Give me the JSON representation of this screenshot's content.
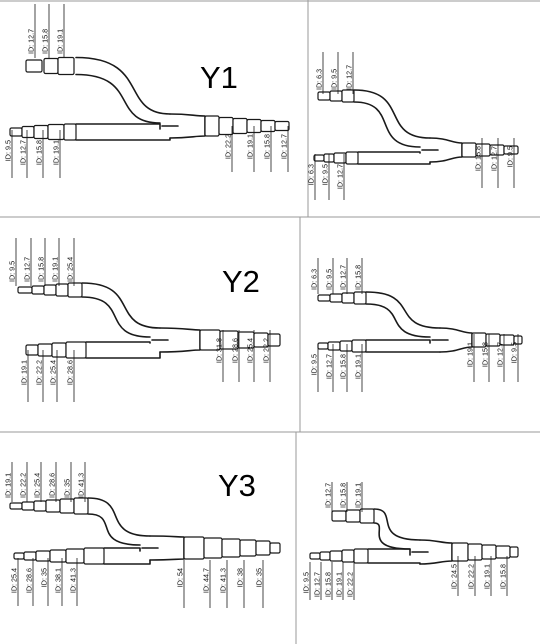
{
  "colors": {
    "background": "#ffffff",
    "line": "#1a1a1a",
    "panel_border": "#9a9a9a"
  },
  "panels": [
    {
      "title": "Y1",
      "top_labels": [
        "ID: 12.7",
        "ID: 15.8",
        "ID: 19.1"
      ],
      "bottom_left_labels": [
        "ID: 9.5",
        "ID: 12.7",
        "ID: 15.8",
        "ID: 19.1"
      ],
      "bottom_right_labels": [
        "ID: 22.2",
        "ID: 19.1",
        "ID: 15.8",
        "ID: 12.7"
      ]
    },
    {
      "title": "",
      "top_labels": [
        "ID: 6.3",
        "ID: 9.5",
        "ID: 12.7"
      ],
      "bottom_left_labels": [
        "ID: 6.3",
        "ID: 9.5",
        "ID: 12.7"
      ],
      "bottom_right_labels": [
        "ID: 15.8",
        "ID: 12.7",
        "ID: 9.5"
      ]
    },
    {
      "title": "Y2",
      "top_labels": [
        "ID: 9.5",
        "ID: 12.7",
        "ID: 15.8",
        "ID: 19.1",
        "ID: 25.4"
      ],
      "bottom_left_labels": [
        "ID: 19.1",
        "ID: 22.2",
        "ID: 25.4",
        "ID: 28.6"
      ],
      "bottom_right_labels": [
        "ID: 31.8",
        "ID: 28.6",
        "ID: 25.4",
        "ID: 22.2"
      ]
    },
    {
      "title": "",
      "top_labels": [
        "ID: 6.3",
        "ID: 9.5",
        "ID: 12.7",
        "ID: 15.8"
      ],
      "bottom_left_labels": [
        "ID: 9.5",
        "ID: 12.7",
        "ID: 15.8",
        "ID: 19.1"
      ],
      "bottom_right_labels": [
        "ID: 19.1",
        "ID: 15.8",
        "ID: 12.7",
        "ID: 9.5"
      ]
    },
    {
      "title": "Y3",
      "top_labels": [
        "ID: 19.1",
        "ID: 22.2",
        "ID: 25.4",
        "ID: 28.6",
        "ID: 35",
        "ID: 41.3"
      ],
      "bottom_left_labels": [
        "ID: 25.4",
        "ID: 28.6",
        "ID: 35",
        "ID: 38.1",
        "ID: 41.3"
      ],
      "bottom_right_labels": [
        "ID: 54",
        "ID: 44.7",
        "ID: 41.3",
        "ID: 38",
        "ID: 35"
      ]
    },
    {
      "title": "",
      "top_labels": [
        "ID: 12.7",
        "ID: 15.8",
        "ID: 19.1"
      ],
      "bottom_left_labels": [
        "ID: 9.5",
        "ID: 12.7",
        "ID: 15.8",
        "ID: 19.1",
        "ID: 22.2"
      ],
      "bottom_right_labels": [
        "ID: 24.5",
        "ID: 22.2",
        "ID: 19.1",
        "ID: 15.8"
      ]
    }
  ]
}
